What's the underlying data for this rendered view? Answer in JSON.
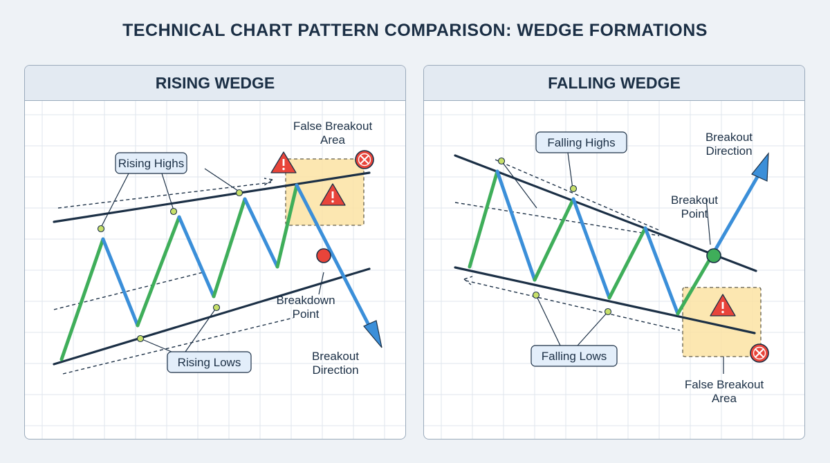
{
  "title": "TECHNICAL CHART PATTERN COMPARISON: WEDGE FORMATIONS",
  "colors": {
    "up_segment": "#3fae5a",
    "down_segment": "#3b8fd9",
    "trendline": "#1b2f45",
    "false_breakout_fill": "#fbe3a3",
    "breakdown_point": "#e8443a",
    "breakout_point": "#3fae5a",
    "warning": "#e8443a"
  },
  "rising": {
    "header": "RISING WEDGE",
    "labels": {
      "highs": "Rising Highs",
      "lows": "Rising Lows",
      "false_line1": "False Breakout",
      "false_line2": "Area",
      "breakdown_line1": "Breakdown",
      "breakdown_line2": "Point",
      "direction_line1": "Breakout",
      "direction_line2": "Direction"
    },
    "icons": [
      "warning-icon",
      "warning-icon",
      "cancel-icon"
    ]
  },
  "falling": {
    "header": "FALLING WEDGE",
    "labels": {
      "highs": "Falling Highs",
      "lows": "Falling Lows",
      "false_line1": "False Breakout",
      "false_line2": "Area",
      "breakout_line1": "Breakout",
      "breakout_line2": "Point",
      "direction_line1": "Breakout",
      "direction_line2": "Direction"
    },
    "icons": [
      "warning-icon",
      "cancel-icon"
    ]
  }
}
